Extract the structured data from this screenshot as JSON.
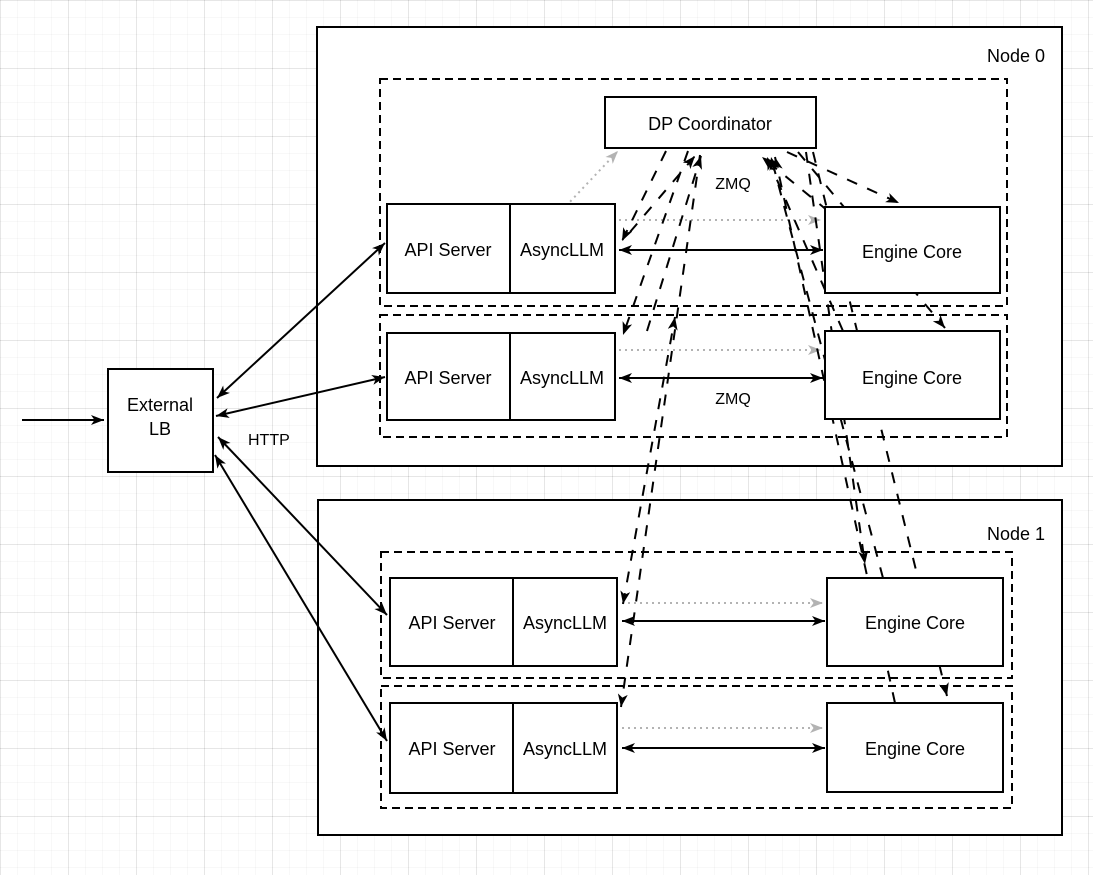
{
  "nodes": [
    {
      "label": "Node 0",
      "rows": [
        {
          "api_server": "API Server",
          "async_llm": "AsyncLLM",
          "engine_core": "Engine Core"
        },
        {
          "api_server": "API Server",
          "async_llm": "AsyncLLM",
          "engine_core": "Engine Core"
        }
      ]
    },
    {
      "label": "Node 1",
      "rows": [
        {
          "api_server": "API Server",
          "async_llm": "AsyncLLM",
          "engine_core": "Engine Core"
        },
        {
          "api_server": "API Server",
          "async_llm": "AsyncLLM",
          "engine_core": "Engine Core"
        }
      ]
    }
  ],
  "coordinator": {
    "label": "DP Coordinator"
  },
  "external_lb": {
    "line1": "External",
    "line2": "LB"
  },
  "edge_labels": {
    "http": "HTTP",
    "zmq_coordinator": "ZMQ",
    "zmq_row": "ZMQ"
  },
  "colors": {
    "stroke": "#000000",
    "dotted_gray": "#b3b3b3",
    "box_fill": "#ffffff"
  }
}
